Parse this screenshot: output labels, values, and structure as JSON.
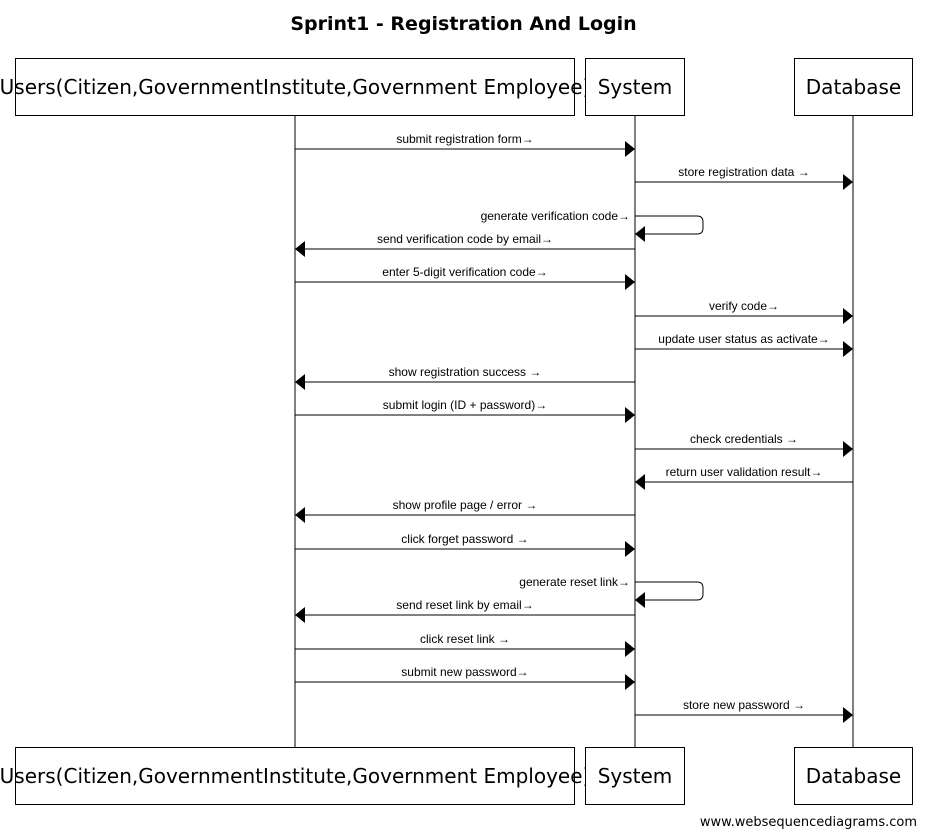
{
  "title": "Sprint1 - Registration And Login",
  "participants": [
    {
      "id": "users",
      "label": "Users(Citizen,GovernmentInstitute,Government Employee)"
    },
    {
      "id": "system",
      "label": "System"
    },
    {
      "id": "database",
      "label": "Database"
    }
  ],
  "messages": [
    {
      "from": "users",
      "to": "system",
      "label": "submit registration form→"
    },
    {
      "from": "system",
      "to": "database",
      "label": "store registration data  →"
    },
    {
      "from": "system",
      "to": "system",
      "label": "generate verification code→"
    },
    {
      "from": "system",
      "to": "users",
      "label": "send verification code by email→"
    },
    {
      "from": "users",
      "to": "system",
      "label": "enter 5-digit verification code→"
    },
    {
      "from": "system",
      "to": "database",
      "label": "verify code→"
    },
    {
      "from": "system",
      "to": "database",
      "label": "update user status as activate→"
    },
    {
      "from": "system",
      "to": "users",
      "label": "show registration success →"
    },
    {
      "from": "users",
      "to": "system",
      "label": "submit login (ID + password)→"
    },
    {
      "from": "system",
      "to": "database",
      "label": "check credentials  →"
    },
    {
      "from": "database",
      "to": "system",
      "label": "return user validation result→"
    },
    {
      "from": "system",
      "to": "users",
      "label": "show profile page / error  →"
    },
    {
      "from": "users",
      "to": "system",
      "label": "click forget password  →"
    },
    {
      "from": "system",
      "to": "system",
      "label": "generate reset link→"
    },
    {
      "from": "system",
      "to": "users",
      "label": "send reset link by email→"
    },
    {
      "from": "users",
      "to": "system",
      "label": "click reset link   →"
    },
    {
      "from": "users",
      "to": "system",
      "label": "submit new password→"
    },
    {
      "from": "system",
      "to": "database",
      "label": "store new password  →"
    }
  ],
  "watermark": "www.websequencediagrams.com"
}
